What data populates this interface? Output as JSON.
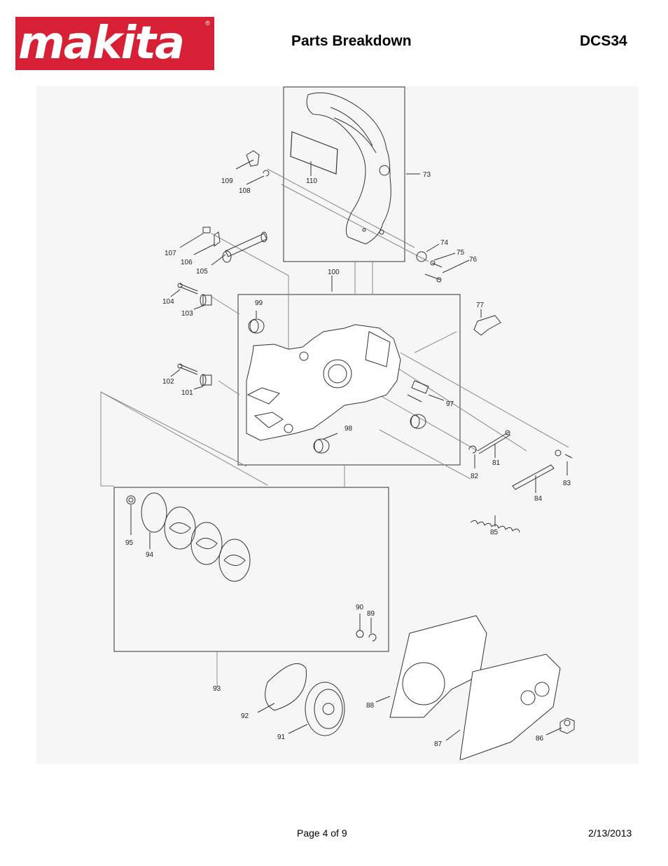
{
  "brand": {
    "name": "makita",
    "color": "#d71f35"
  },
  "header": {
    "title": "Parts Breakdown",
    "model": "DCS34"
  },
  "diagram": {
    "part_numbers": [
      "73",
      "74",
      "75",
      "76",
      "77",
      "81",
      "82",
      "83",
      "84",
      "85",
      "86",
      "87",
      "88",
      "89",
      "90",
      "91",
      "92",
      "93",
      "94",
      "95",
      "97",
      "98",
      "99",
      "100",
      "101",
      "102",
      "103",
      "104",
      "105",
      "106",
      "107",
      "108",
      "109",
      "110"
    ]
  },
  "footer": {
    "page": "Page 4 of 9",
    "date": "2/13/2013"
  }
}
